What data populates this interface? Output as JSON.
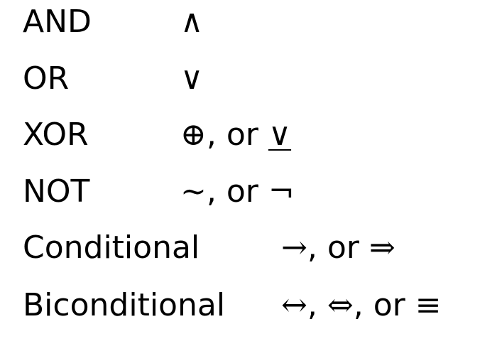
{
  "rows": [
    {
      "term": "AND",
      "symbol_parts": [
        "∧"
      ]
    },
    {
      "term": "OR",
      "symbol_parts": [
        "∨"
      ]
    },
    {
      "term": "XOR",
      "symbol_parts": [
        "⊕",
        ", or ",
        "∨"
      ]
    },
    {
      "term": "NOT",
      "symbol_parts": [
        "~",
        ", or ",
        "¬"
      ]
    },
    {
      "term": "Conditional",
      "symbol_parts": [
        "→",
        ", or ",
        "⇒"
      ]
    },
    {
      "term": "Biconditional",
      "symbol_parts": [
        "↔",
        ", ",
        "⇔",
        ", or ",
        "≡"
      ]
    }
  ],
  "glyph_names": {
    "and": "logical-and-icon",
    "or": "logical-or-icon",
    "xor": "circled-plus-icon",
    "xor_alt": "underlined-or-icon",
    "not": "tilde-icon",
    "not_alt": "negation-icon",
    "conditional": "right-arrow-icon",
    "conditional_alt": "double-right-arrow-icon",
    "biconditional": "left-right-arrow-icon",
    "biconditional_alt": "double-left-right-arrow-icon",
    "equivalence": "triple-bar-icon"
  }
}
